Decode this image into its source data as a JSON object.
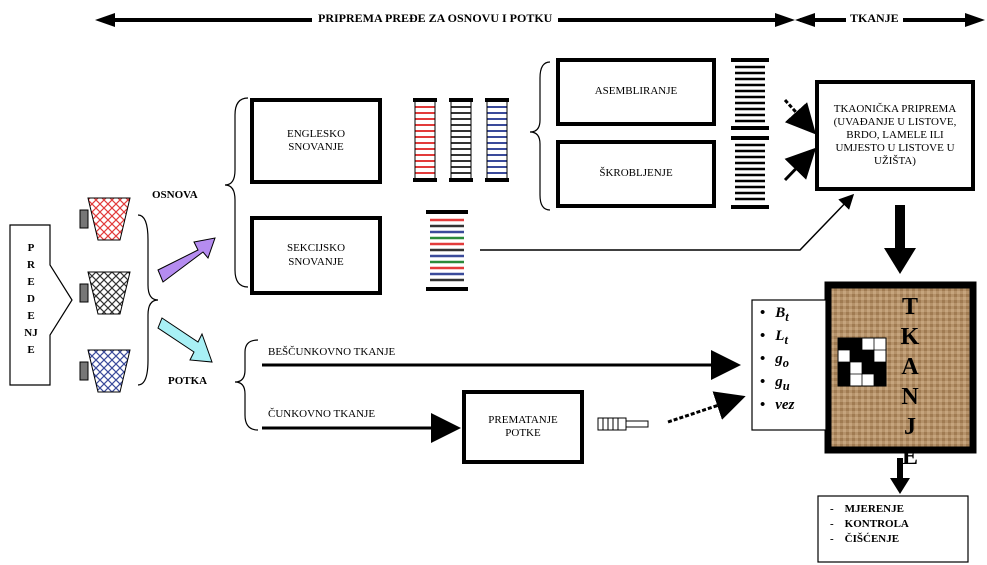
{
  "headers": {
    "preparation": "PRIPREMA PREĐE ZA OSNOVU I POTKU",
    "weaving": "TKANJE"
  },
  "start": {
    "letters": [
      "P",
      "R",
      "E",
      "D",
      "E",
      "NJ",
      "E"
    ]
  },
  "branches": {
    "warp": "OSNOVA",
    "weft": "POTKA"
  },
  "boxes": {
    "english_warping": "ENGLESKO\nSNOVANJE",
    "section_warping": "SEKCIJSKO\nSNOVANJE",
    "assembling": "ASEMBLIRANJE",
    "sizing": "ŠKROBLJENJE",
    "loom_prep": "TKAONIČKA PRIPREMA\n(UVAĐANJE U LISTOVE,\nBRDO, LAMELE ILI\nUMJESTO U LISTOVE U\nUŽIŠTA)",
    "weft_rewinding": "PREMATANJE\nPOTKE"
  },
  "lines": {
    "shuttleless": "BEŠČUNKOVNO TKANJE",
    "shuttle": "ČUNKOVNO TKANJE"
  },
  "parameters": [
    {
      "base": "B",
      "sub": "t"
    },
    {
      "base": "L",
      "sub": "t"
    },
    {
      "base": "g",
      "sub": "o"
    },
    {
      "base": "g",
      "sub": "u"
    },
    {
      "base": "vez",
      "sub": ""
    }
  ],
  "weaving_letters": [
    "T",
    "K",
    "A",
    "N",
    "J",
    "E"
  ],
  "finishing": [
    "MJERENJE",
    "KONTROLA",
    "ČIŠĆENJE"
  ],
  "colors": {
    "cone_red": "#e23b3b",
    "cone_black": "#333333",
    "cone_blue": "#3a4a9a",
    "arrow_purple": "#b58cf0",
    "arrow_cyan": "#a8f0f5",
    "fabric": "#b5926a"
  }
}
